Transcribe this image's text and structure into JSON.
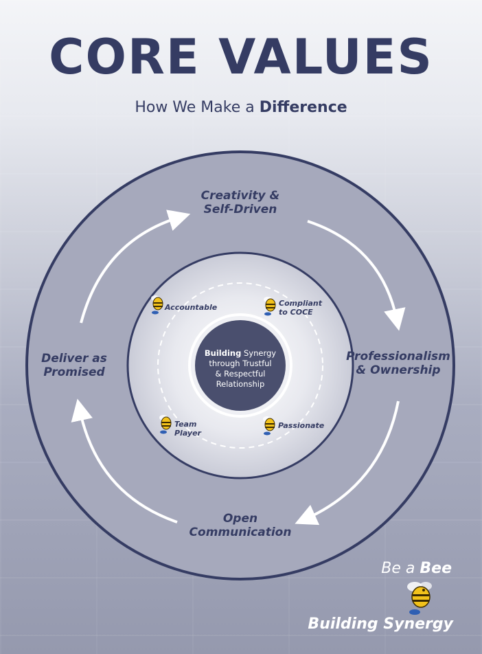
{
  "header": {
    "title": "CORE VALUES",
    "subtitle_prefix": "How We Make a",
    "subtitle_bold": "Difference"
  },
  "outer_values": {
    "top_line1": "Creativity &",
    "top_line2": "Self-Driven",
    "right_line1": "Professionalism",
    "right_line2": "& Ownership",
    "bottom_line1": "Open",
    "bottom_line2": "Communication",
    "left_line1": "Deliver as",
    "left_line2": "Promised"
  },
  "inner_values": {
    "top_left": "Accountable",
    "top_right_line1": "Compliant",
    "top_right_line2": "to COCE",
    "bottom_left_line1": "Team",
    "bottom_left_line2": "Player",
    "bottom_right": "Passionate"
  },
  "center": {
    "bold_word": "Building",
    "line1_rest": "Synergy",
    "line2": "through Trustful",
    "line3": "& Respectful",
    "line4": "Relationship"
  },
  "brand": {
    "tagline_prefix": "Be a",
    "tagline_bold": "Bee",
    "name": "Building Synergy"
  },
  "icons": {
    "bee": "bee-icon",
    "arrow": "curved-arrow-icon"
  },
  "colors": {
    "navy": "#353c63",
    "outer_ring": "#a6a9bc",
    "inner_disc": "#dfe0e8",
    "center_disc": "#4a4f6e",
    "bee_yellow": "#f2c21b"
  }
}
